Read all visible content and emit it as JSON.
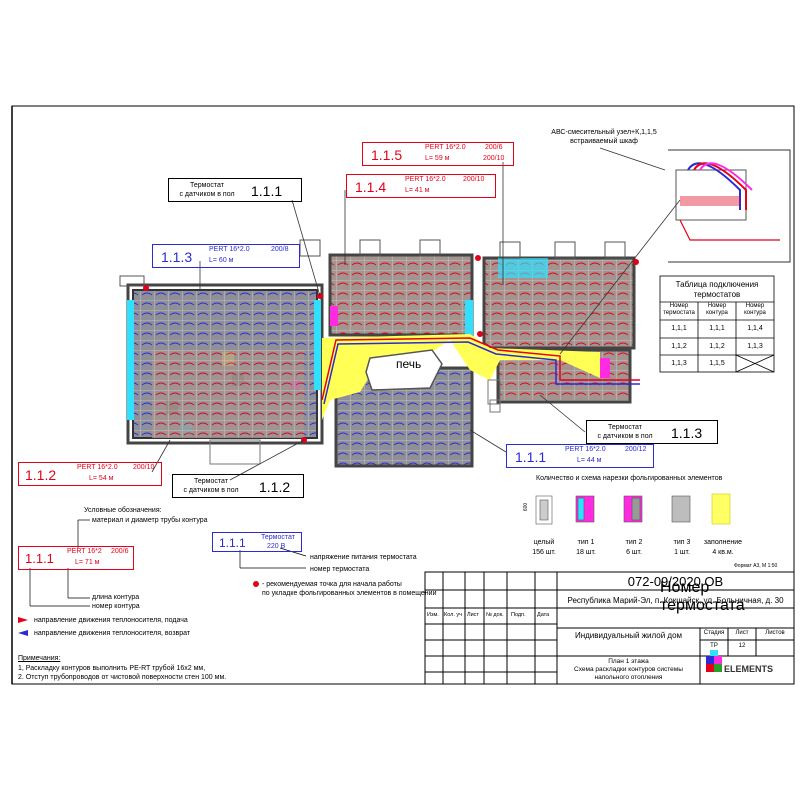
{
  "zones": {
    "z115": {
      "id": "1.1.5",
      "pipe": "PERT 16*2.0",
      "spacing": "200/6",
      "length": "L= 59 м",
      "spacing2": "200/10"
    },
    "z114": {
      "id": "1.1.4",
      "pipe": "PERT 16*2.0",
      "spacing": "200/10",
      "length": "L= 41 м"
    },
    "z113": {
      "id": "1.1.3",
      "pipe": "PERT 16*2.0",
      "spacing": "200/8",
      "length": "L= 60 м"
    },
    "z112": {
      "id": "1.1.2",
      "pipe": "PERT 16*2.0",
      "spacing": "200/10",
      "length": "L= 54 м"
    },
    "z111": {
      "id": "1.1.1",
      "pipe": "PERT 16*2.0",
      "spacing": "200/12",
      "length": "L= 44 м"
    }
  },
  "thermostats": {
    "t111": {
      "label": "Термостат\nс датчиком в пол",
      "id": "1.1.1"
    },
    "t112": {
      "label": "Термостат\nс датчиком в пол",
      "id": "1.1.2"
    },
    "t113": {
      "label": "Термостат\nс датчиком в пол",
      "id": "1.1.3"
    }
  },
  "mixing_unit": {
    "label": "АВС-смесительный узел+К,1,1,5\nвстраиваемый шкаф"
  },
  "stove_label": "печь",
  "connection_table": {
    "title": "Таблица подключения\nтермостатов",
    "headers": [
      "Номер\nтермостата",
      "Номер\nконтура",
      "Номер\nконтура"
    ],
    "rows": [
      [
        "1,1,1",
        "1,1,1",
        "1,1,4"
      ],
      [
        "1,1,2",
        "1,1,2",
        "1,1,3"
      ],
      [
        "1,1,3",
        "1,1,5",
        ""
      ]
    ]
  },
  "foil_section": {
    "title": "Количество и схема нарезки фольгированных элементов",
    "items": [
      {
        "name": "целый",
        "qty": "156 шт.",
        "color": "#ffffff"
      },
      {
        "name": "тип 1",
        "qty": "18 шт.",
        "color": "#ff4fe0"
      },
      {
        "name": "тип 2",
        "qty": "6 шт.",
        "color": "#7fd8ff"
      },
      {
        "name": "тип 3",
        "qty": "1 шт.",
        "color": "#bdbdbd"
      },
      {
        "name": "заполнение",
        "qty": "4 кв.м.",
        "color": "#ffff66"
      }
    ],
    "dim": "600"
  },
  "legend": {
    "title": "Условные обозначения:",
    "material_label": "материал и диаметр трубы контура",
    "sample_id": "1.1.1",
    "sample_pipe": "PERT 16*2",
    "sample_spacing": "200/6",
    "sample_length": "L= 71 м",
    "length_label": "длина контура",
    "number_label": "номер контура",
    "therm_sample_id": "1.1.1",
    "therm_sample_title": "Термостат",
    "therm_sample_voltage": "220 В",
    "voltage_label": "напряжение питания термостата",
    "therm_number_label": "номер термостата",
    "start_point_label": "- рекомендуемая точка для начала работы\nпо укладке фольгированных элементов в помещении",
    "supply_label": "направление движения теплоносителя, подача",
    "return_label": "направление движения теплоносителя, возврат"
  },
  "notes": {
    "title": "Примечания:",
    "lines": [
      "1, Раскладку контуров выполнить PE-RT трубой  16х2 мм,",
      "2. Отступ трубопроводов от чистовой поверхности стен 100 мм."
    ]
  },
  "format_label": "Формат А3, М 1:50",
  "title_block": {
    "code": "072-09/2020 ОВ",
    "address": "Республика Марий-Эл, п. Кокшайск, ул. Больничная, д. 30",
    "headers": [
      "Изм.",
      "Кол. уч",
      "Лист",
      "№ док.",
      "Подп.",
      "Дата"
    ],
    "project": "Индивидуальный жилой дом",
    "stage_h": "Стадия",
    "sheet_h": "Лист",
    "sheets_h": "Листов",
    "stage": "ТР",
    "sheet": "12",
    "sheets": "",
    "drawing_title": "План 1 этажа\nСхема раскладки контуров системы\nнапольного отопления",
    "logo_text": "ELEMENTS"
  },
  "colors": {
    "red": "#e2001a",
    "blue": "#2a2ad6",
    "cyan": "#30e0ff",
    "magenta": "#ff2be0",
    "yellow": "#ffff55",
    "room": "#9e9e9e",
    "roomred": "#a08a86"
  }
}
